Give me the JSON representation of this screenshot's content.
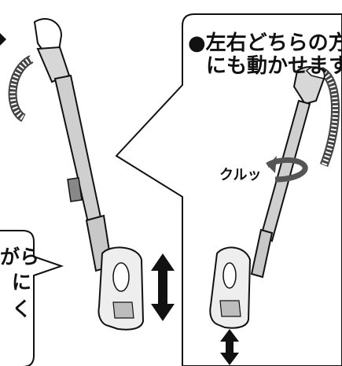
{
  "right_callout": {
    "line1": "●左右どちらの方",
    "line2": "にも動かせます"
  },
  "left_callout": {
    "line1": "がら",
    "line2": "に",
    "line3": "く"
  },
  "rotate_label": "クルッ",
  "icons": {
    "top_left_arrow": "arrow-right-icon",
    "left_vertical_arrow": "double-arrow-vertical-icon",
    "right_vertical_arrow": "double-arrow-vertical-icon",
    "rotation_arrow": "rotate-arrow-icon"
  }
}
